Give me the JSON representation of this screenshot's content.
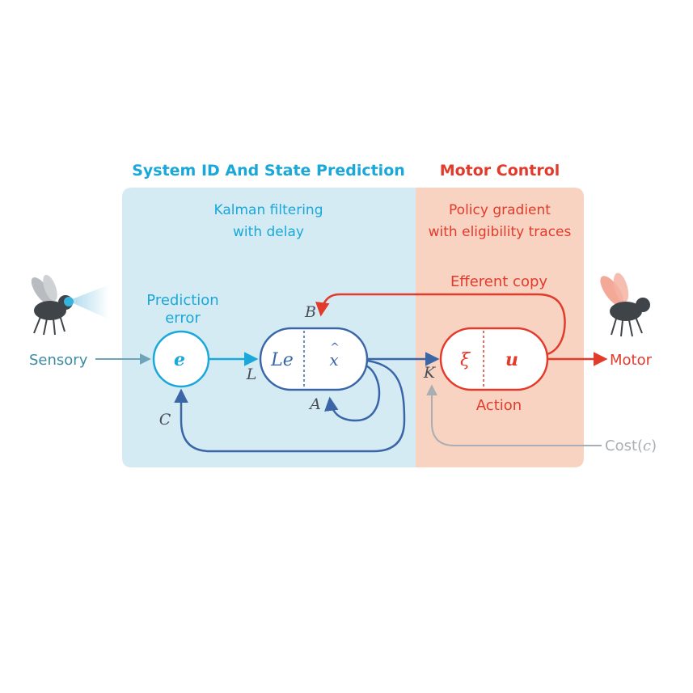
{
  "sections": {
    "left_title": "System ID And State Prediction",
    "right_title": "Motor Control",
    "left_sub1": "Kalman filtering",
    "left_sub2": "with delay",
    "right_sub1": "Policy gradient",
    "right_sub2": "with eligibility traces"
  },
  "labels": {
    "sensory": "Sensory",
    "prediction1": "Prediction",
    "prediction2": "error",
    "efferent": "Efferent copy",
    "motor": "Motor",
    "action": "Action",
    "cost": "Cost(",
    "cost_sym": "c",
    "cost_close": ")"
  },
  "math": {
    "e": "e",
    "Le": "Le",
    "xhat": "x",
    "hat": "^",
    "xi": "ξ",
    "u": "u",
    "B": "B",
    "A": "A",
    "C": "C",
    "L": "L",
    "K": "K"
  },
  "colors": {
    "cyan": "#1aa7d9",
    "blue": "#3a66a8",
    "red": "#e23a2b",
    "gray": "#a9aeb3",
    "teal": "#3d8ba3",
    "bg_left": "#d4ebf4",
    "bg_right": "#f9d3c2"
  },
  "icons": [
    "fly-sensory-icon",
    "fly-motor-icon"
  ]
}
